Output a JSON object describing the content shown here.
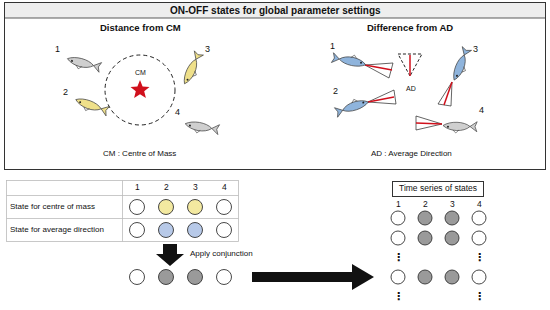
{
  "diagram": {
    "title": "ON-OFF states for global parameter settings",
    "nodes": [
      {
        "text": [
          "Time series of states"
        ]
      }
    ],
    "labels": [
      "Distance from CM",
      "Difference from AD",
      "1",
      "2",
      "3",
      "4",
      "CM",
      "CM : Centre of Mass",
      "1",
      "2",
      "3",
      "4",
      "AD",
      "AD : Average Direction",
      "1",
      "2",
      "3",
      "4",
      "State for centre of mass",
      "State for average direction",
      "Apply conjunction",
      "1",
      "2",
      "3",
      "4",
      "⋮",
      "⋮",
      "⋮",
      "⋮"
    ]
  }
}
